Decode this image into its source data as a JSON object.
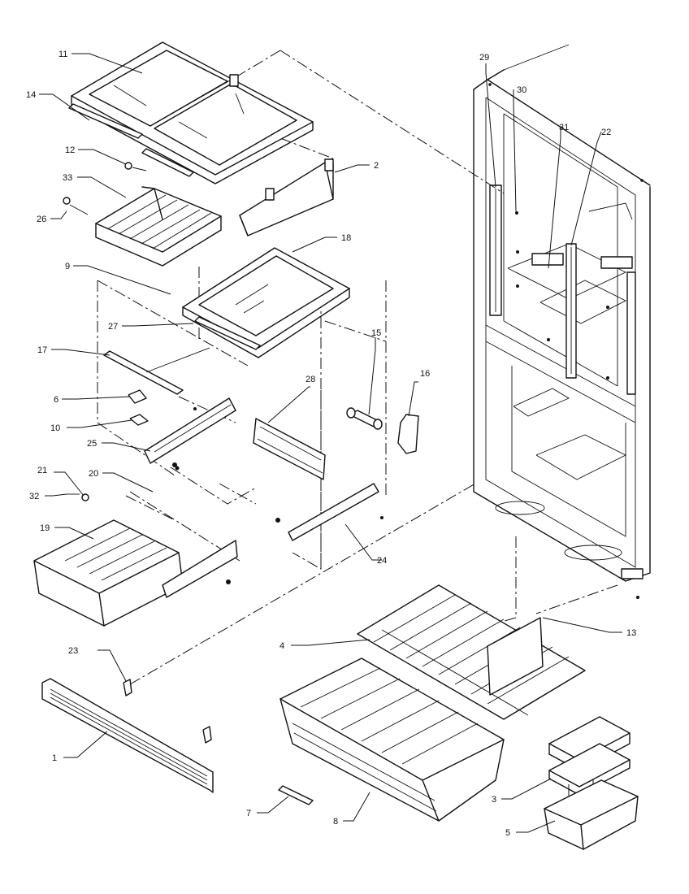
{
  "callouts": [
    {
      "id": "c1",
      "label": "1"
    },
    {
      "id": "c2",
      "label": "2"
    },
    {
      "id": "c3",
      "label": "3"
    },
    {
      "id": "c4",
      "label": "4"
    },
    {
      "id": "c5",
      "label": "5"
    },
    {
      "id": "c6",
      "label": "6"
    },
    {
      "id": "c7",
      "label": "7"
    },
    {
      "id": "c8",
      "label": "8"
    },
    {
      "id": "c9",
      "label": "9"
    },
    {
      "id": "c10",
      "label": "10"
    },
    {
      "id": "c11",
      "label": "11"
    },
    {
      "id": "c12",
      "label": "12"
    },
    {
      "id": "c13",
      "label": "13"
    },
    {
      "id": "c14",
      "label": "14"
    },
    {
      "id": "c15",
      "label": "15"
    },
    {
      "id": "c16",
      "label": "16"
    },
    {
      "id": "c17",
      "label": "17"
    },
    {
      "id": "c18",
      "label": "18"
    },
    {
      "id": "c19",
      "label": "19"
    },
    {
      "id": "c20",
      "label": "20"
    },
    {
      "id": "c21",
      "label": "21"
    },
    {
      "id": "c22",
      "label": "22"
    },
    {
      "id": "c23",
      "label": "23"
    },
    {
      "id": "c24",
      "label": "24"
    },
    {
      "id": "c25",
      "label": "25"
    },
    {
      "id": "c26",
      "label": "26"
    },
    {
      "id": "c27",
      "label": "27"
    },
    {
      "id": "c28",
      "label": "28"
    },
    {
      "id": "c29",
      "label": "29"
    },
    {
      "id": "c30",
      "label": "30"
    },
    {
      "id": "c31",
      "label": "31"
    },
    {
      "id": "c32",
      "label": "32"
    },
    {
      "id": "c33",
      "label": "33"
    }
  ]
}
